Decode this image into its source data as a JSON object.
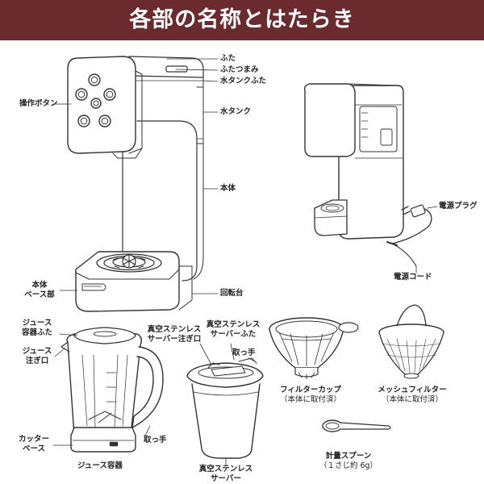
{
  "title": "各部の名称とはたらき",
  "colors": {
    "header_bg": "#6b2a2e",
    "header_text": "#ffffff",
    "line": "#333333"
  },
  "labels": {
    "lid": "ふた",
    "lid_knob": "ふたつまみ",
    "water_tank_lid": "水タンクふた",
    "operation_buttons": "操作ボタン",
    "water_tank": "水タンク",
    "main_body": "本体",
    "base_line1": "本体",
    "base_line2": "ベース部",
    "turntable": "回転台",
    "power_plug": "電源プラグ",
    "power_cord": "電源コード",
    "juice_lid_line1": "ジュース",
    "juice_lid_line2": "容器ふた",
    "juice_spout_line1": "ジュース",
    "juice_spout_line2": "注ぎ口",
    "cutter_base_line1": "カッター",
    "cutter_base_line2": "ベース",
    "juice_handle": "取っ手",
    "juice_container": "ジュース容器",
    "server_spout_line1": "真空ステンレス",
    "server_spout_line2": "サーバー注ぎ口",
    "server_lid_line1": "真空ステンレス",
    "server_lid_line2": "サーバーふた",
    "server_handle": "取っ手",
    "server_line1": "真空ステンレス",
    "server_line2": "サーバー",
    "filter_cup": "フィルターカップ",
    "filter_cup_note": "（本体に取付済）",
    "mesh_filter": "メッシュフィルター",
    "mesh_filter_note": "（本体に取付済）",
    "measuring_spoon": "計量スプーン",
    "measuring_spoon_note": "（１さじ約 6g）"
  }
}
